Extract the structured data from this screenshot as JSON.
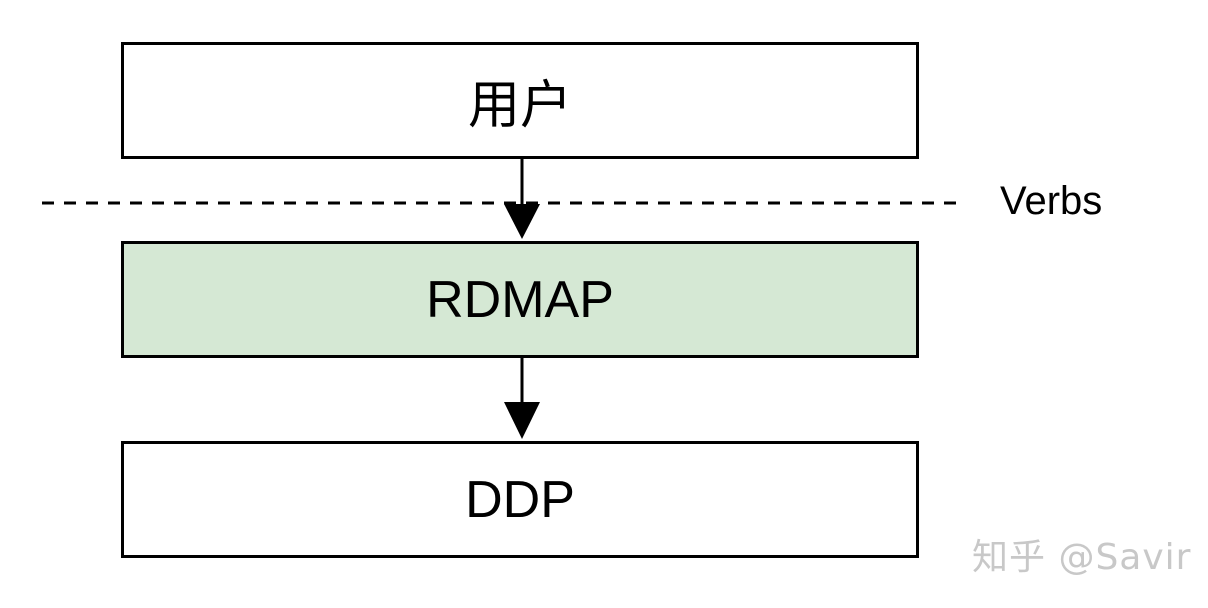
{
  "diagram": {
    "layers": [
      {
        "label": "用户",
        "fill": "#ffffff"
      },
      {
        "label": "RDMAP",
        "fill": "#d5e8d4"
      },
      {
        "label": "DDP",
        "fill": "#ffffff"
      }
    ],
    "boundary_label": "Verbs",
    "line_color": "#000000",
    "watermark": "知乎 @Savir"
  }
}
